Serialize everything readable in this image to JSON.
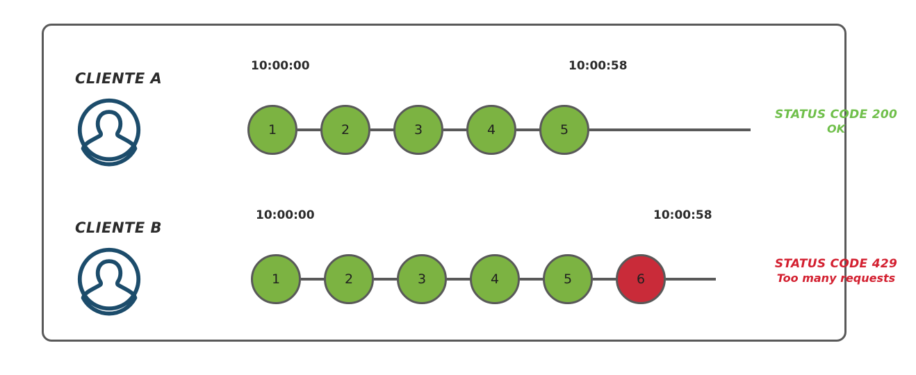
{
  "diagram": {
    "colors": {
      "frame_border": "#595959",
      "node_ok": "#7cb342",
      "node_fail": "#c92b39",
      "node_stroke": "#595959",
      "connector": "#595959",
      "avatar": "#1c4c6b",
      "status_ok_text": "#6fbf4a",
      "status_fail_text": "#d32030",
      "label_text": "#2b2b2b"
    },
    "rows": [
      {
        "id": "client-a",
        "label": "CLIENTE A",
        "avatar_icon": "user-avatar-icon",
        "start_time": "10:00:00",
        "end_time": "10:00:58",
        "nodes": [
          {
            "number": "1",
            "state": "ok"
          },
          {
            "number": "2",
            "state": "ok"
          },
          {
            "number": "3",
            "state": "ok"
          },
          {
            "number": "4",
            "state": "ok"
          },
          {
            "number": "5",
            "state": "ok"
          }
        ],
        "status": {
          "line1": "STATUS CODE 200",
          "line2": "OK",
          "state": "ok"
        }
      },
      {
        "id": "client-b",
        "label": "CLIENTE B",
        "avatar_icon": "user-avatar-icon",
        "start_time": "10:00:00",
        "end_time": "10:00:58",
        "nodes": [
          {
            "number": "1",
            "state": "ok"
          },
          {
            "number": "2",
            "state": "ok"
          },
          {
            "number": "3",
            "state": "ok"
          },
          {
            "number": "4",
            "state": "ok"
          },
          {
            "number": "5",
            "state": "ok"
          },
          {
            "number": "6",
            "state": "fail"
          }
        ],
        "status": {
          "line1": "STATUS CODE 429",
          "line2": "Too many requests",
          "state": "fail"
        }
      }
    ]
  }
}
